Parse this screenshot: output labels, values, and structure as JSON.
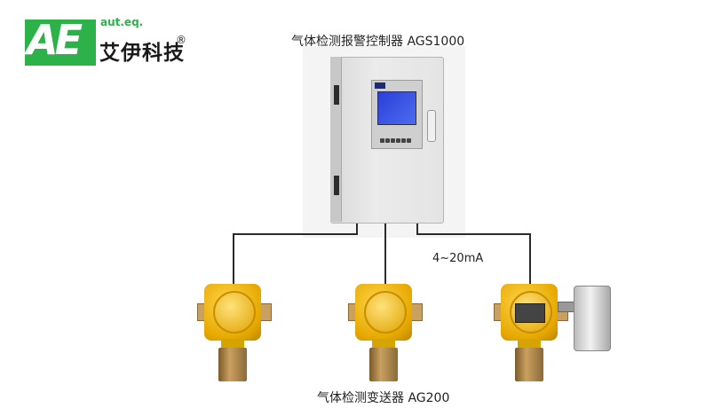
{
  "logo": {
    "letters": "AE",
    "tagline": "aut.eq.",
    "company_name": "艾伊科技",
    "registered_mark": "®",
    "color": "#2db24a"
  },
  "controller": {
    "title": "气体检测报警控制器 AGS1000"
  },
  "signal": {
    "label": "4~20mA"
  },
  "transmitters": {
    "title": "气体检测变送器 AG200",
    "count": 3
  },
  "colors": {
    "wire": "#2b2b2b",
    "detector_body": "#e6a800",
    "screen": "#2c3fd8"
  }
}
